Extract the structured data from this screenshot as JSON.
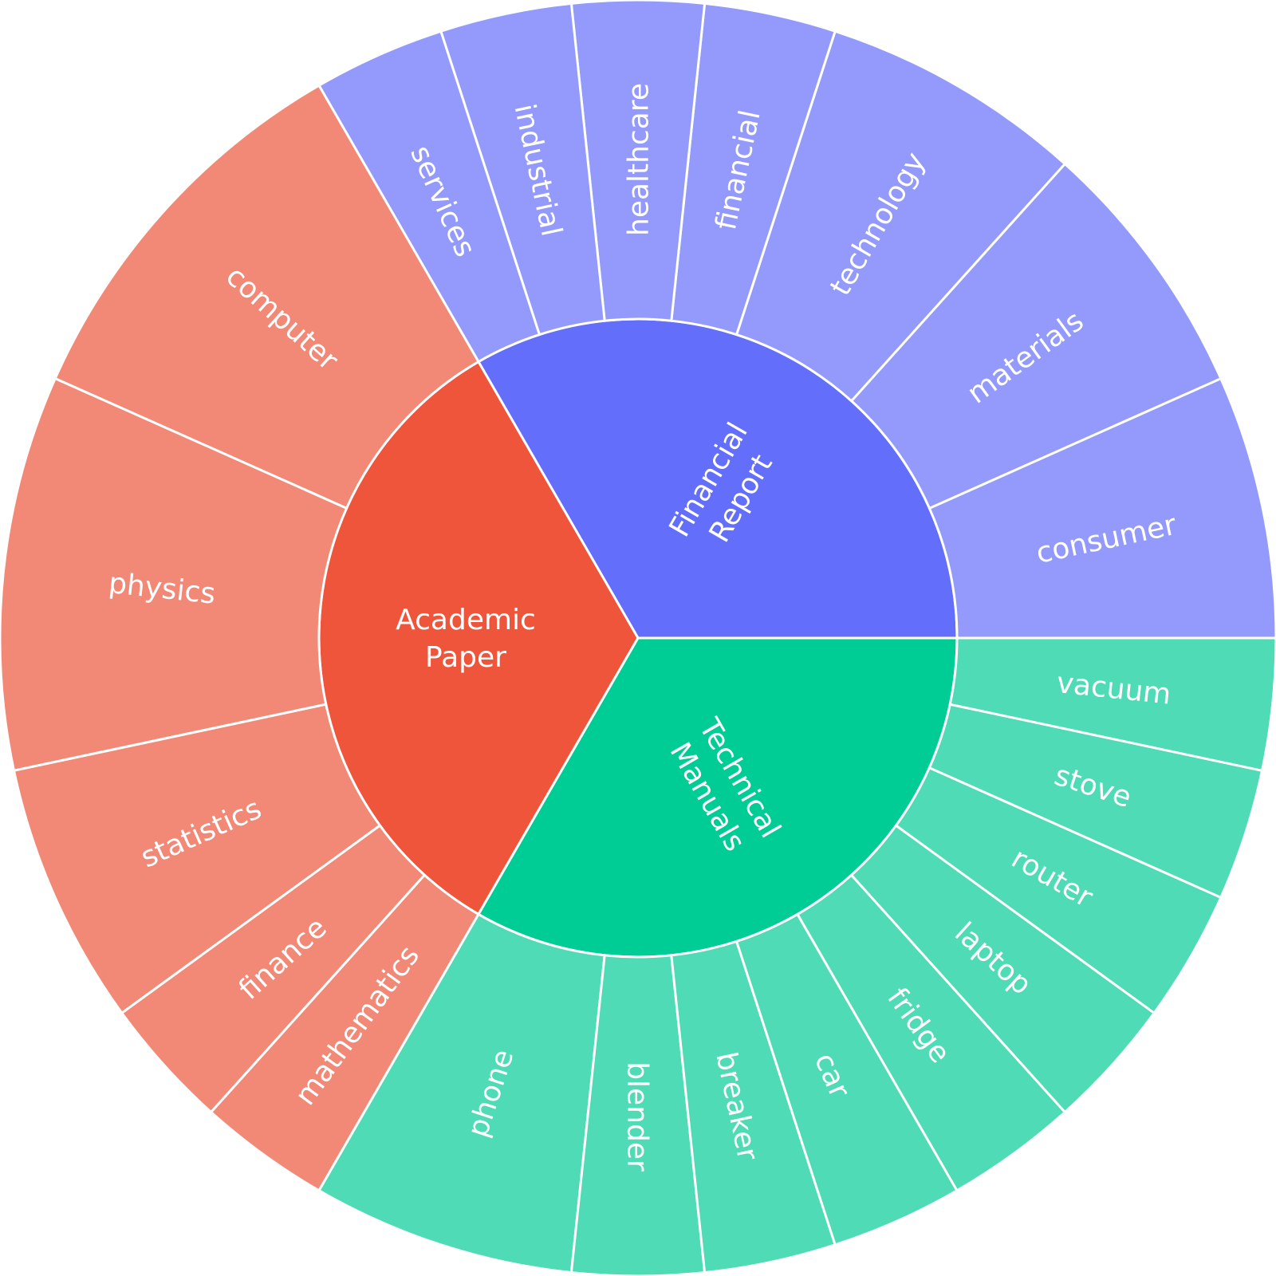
{
  "chart_data": {
    "type": "sunburst",
    "title": "",
    "label_color": "#ffffff",
    "background": "#ffffff",
    "categories": [
      {
        "name": "Financial Report",
        "label_lines": [
          "Financial",
          "Report"
        ],
        "color": "#636efa",
        "child_color": "#939afb",
        "children": [
          {
            "name": "consumer",
            "value": 2
          },
          {
            "name": "materials",
            "value": 2
          },
          {
            "name": "technology",
            "value": 2
          },
          {
            "name": "financial",
            "value": 1
          },
          {
            "name": "healthcare",
            "value": 1
          },
          {
            "name": "industrial",
            "value": 1
          },
          {
            "name": "services",
            "value": 1
          }
        ]
      },
      {
        "name": "Academic Paper",
        "label_lines": [
          "Academic",
          "Paper"
        ],
        "color": "#ef553b",
        "child_color": "#f28876",
        "children": [
          {
            "name": "computer",
            "value": 3
          },
          {
            "name": "physics",
            "value": 3
          },
          {
            "name": "statistics",
            "value": 2
          },
          {
            "name": "finance",
            "value": 1
          },
          {
            "name": "mathematics",
            "value": 1
          }
        ]
      },
      {
        "name": "Technical Manuals",
        "label_lines": [
          "Technical",
          "Manuals"
        ],
        "color": "#00cc96",
        "child_color": "#4fdbb5",
        "children": [
          {
            "name": "phone",
            "value": 2
          },
          {
            "name": "blender",
            "value": 1
          },
          {
            "name": "breaker",
            "value": 1
          },
          {
            "name": "car",
            "value": 1
          },
          {
            "name": "fridge",
            "value": 1
          },
          {
            "name": "laptop",
            "value": 1
          },
          {
            "name": "router",
            "value": 1
          },
          {
            "name": "stove",
            "value": 1
          },
          {
            "name": "vacuum",
            "value": 1
          }
        ]
      }
    ]
  }
}
